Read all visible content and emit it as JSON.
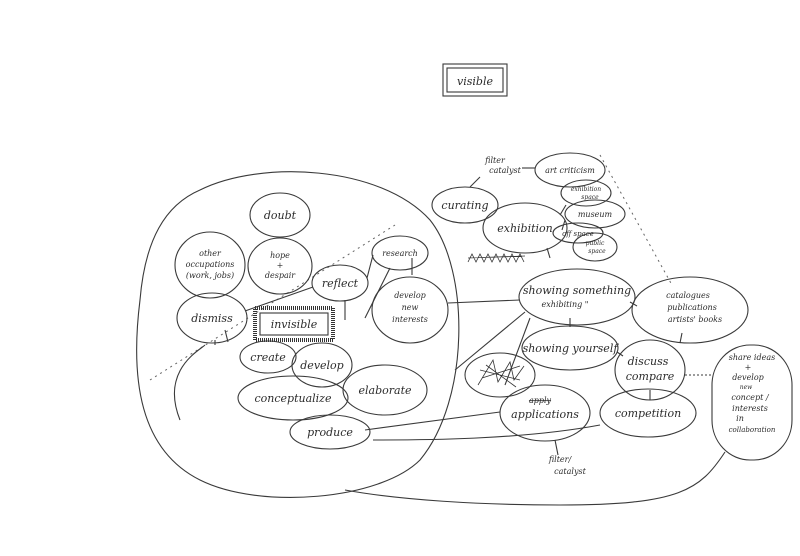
{
  "title": "visible",
  "center_label": "invisible",
  "inner_nodes": {
    "doubt": "doubt",
    "hope_despair": [
      "hope",
      "+",
      "despair"
    ],
    "other_occupations": [
      "other",
      "occupations",
      "(work, jobs)"
    ],
    "reflect": "reflect",
    "research": "research",
    "develop_new_interests": [
      "develop",
      "new",
      "interests"
    ],
    "dismiss": "dismiss",
    "create": "create",
    "develop": "develop",
    "conceptualize": "conceptualize",
    "elaborate": "elaborate",
    "produce": "produce"
  },
  "outer_nodes": {
    "filter_catalyst_top": [
      "filter",
      "catalyst"
    ],
    "curating": "curating",
    "art_criticism": "art criticism",
    "exhibition": "exhibition",
    "exhibition_space": [
      "exhibition",
      "space"
    ],
    "museum": "museum",
    "off_space": "off space",
    "public_space": [
      "public",
      "space"
    ],
    "showing_something": [
      "showing something",
      "exhibiting \""
    ],
    "catalogues": [
      "catalogues",
      "publications",
      "artists' books"
    ],
    "showing_yourself": "showing yourself",
    "discuss_compare": [
      "discuss",
      "compare"
    ],
    "share_ideas": [
      "share ideas",
      "+",
      "develop",
      "new",
      "concept /",
      "interests",
      "in",
      "collaboration"
    ],
    "apply": [
      "apply",
      "applications"
    ],
    "competition": "competition",
    "filter_catalyst_bottom": [
      "filter/",
      "catalyst"
    ]
  }
}
